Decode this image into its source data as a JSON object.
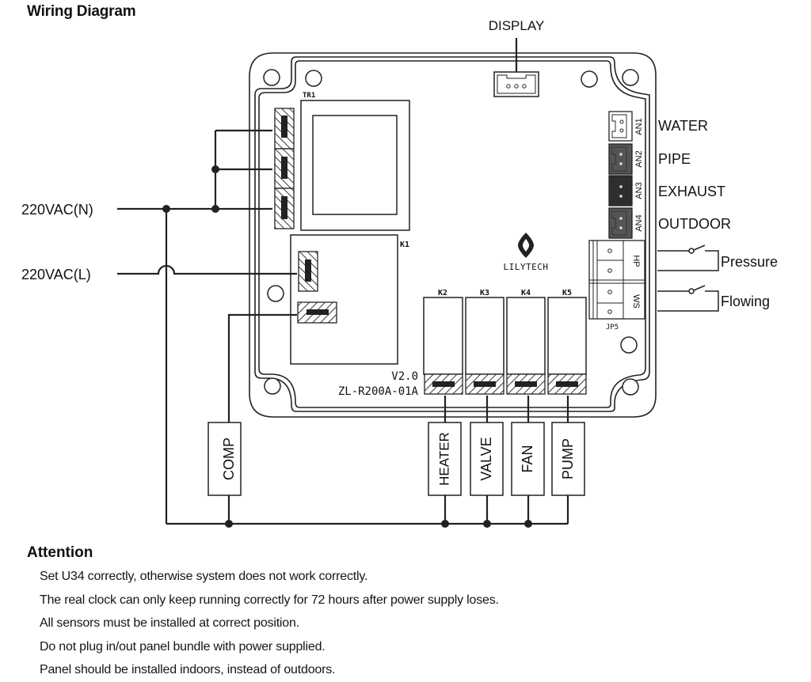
{
  "title": "Wiring Diagram",
  "board": {
    "model": "ZL-R200A-01A",
    "version": "V2.0",
    "brand": "LILYTECH",
    "transformer_label": "TR1",
    "relays": [
      {
        "id": "K1",
        "load": "COMP"
      },
      {
        "id": "K2",
        "load": "HEATER"
      },
      {
        "id": "K3",
        "load": "VALVE"
      },
      {
        "id": "K4",
        "load": "FAN"
      },
      {
        "id": "K5",
        "load": "PUMP"
      }
    ],
    "display_label": "DISPLAY",
    "sensors": [
      {
        "port": "AN1",
        "label": "WATER"
      },
      {
        "port": "AN2",
        "label": "PIPE"
      },
      {
        "port": "AN3",
        "label": "EXHAUST"
      },
      {
        "port": "AN4",
        "label": "OUTDOOR"
      }
    ],
    "switch_block": {
      "label": "JP5",
      "switches": [
        {
          "port": "HP",
          "label": "Pressure"
        },
        {
          "port": "WS",
          "label": "Flowing"
        }
      ]
    }
  },
  "power": {
    "neutral": "220VAC(N)",
    "line": "220VAC(L)"
  },
  "loads": [
    "COMP",
    "HEATER",
    "VALVE",
    "FAN",
    "PUMP"
  ],
  "attention": {
    "heading": "Attention",
    "items": [
      "Set U34 correctly, otherwise system does not work correctly.",
      "The real clock can only keep running correctly for 72 hours after power supply loses.",
      "All sensors must be installed at correct position.",
      "Do not plug in/out panel bundle with power supplied.",
      "Panel should be installed indoors, instead of outdoors."
    ]
  }
}
